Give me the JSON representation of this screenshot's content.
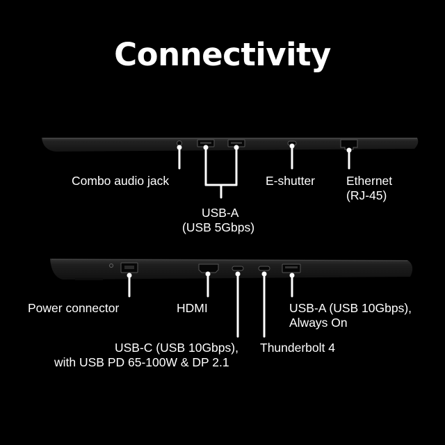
{
  "title": "Connectivity",
  "left_side": {
    "labels": {
      "combo_audio_jack": "Combo audio jack",
      "usb_a_line1": "USB-A",
      "usb_a_line2": "(USB 5Gbps)",
      "e_shutter": "E-shutter",
      "ethernet_line1": "Ethernet",
      "ethernet_line2": "(RJ-45)"
    }
  },
  "right_side": {
    "labels": {
      "power_connector": "Power connector",
      "hdmi": "HDMI",
      "usb_a_line1": "USB-A (USB 10Gbps),",
      "usb_a_line2": "Always On",
      "usb_c_line1": "USB-C (USB 10Gbps),",
      "usb_c_line2": "with USB PD 65-100W & DP 2.1",
      "thunderbolt": "Thunderbolt 4"
    }
  },
  "colors": {
    "background": "#000000",
    "text": "#ffffff",
    "laptop_body": "#1b1b1b"
  }
}
